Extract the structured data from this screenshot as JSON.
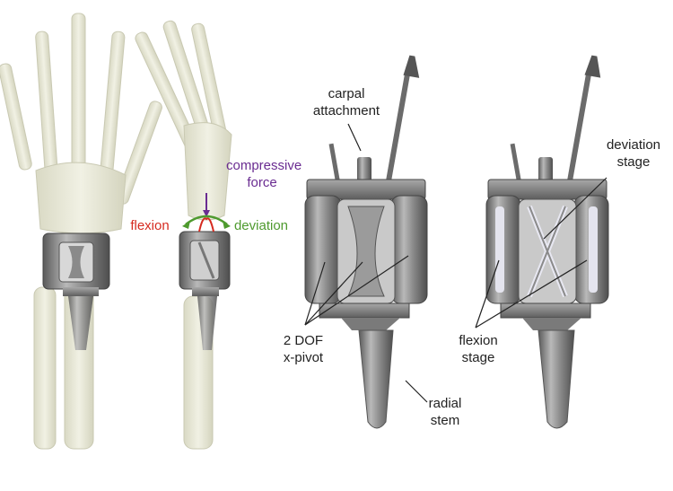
{
  "labels": {
    "carpal_attachment": [
      "carpal",
      "attachment"
    ],
    "compressive_force": [
      "compressive",
      "force"
    ],
    "flexion": "flexion",
    "deviation": "deviation",
    "deviation_stage": [
      "deviation",
      "stage"
    ],
    "dof_pivot": [
      "2 DOF",
      "x-pivot"
    ],
    "flexion_stage": [
      "flexion",
      "stage"
    ],
    "radial_stem": [
      "radial",
      "stem"
    ]
  },
  "colors": {
    "text": "#222222",
    "compressive_force": "#6a2c91",
    "flexion": "#d62b20",
    "deviation": "#4e9a2e",
    "bone": "#e6e6d3",
    "metal": "#8a8a8a"
  }
}
